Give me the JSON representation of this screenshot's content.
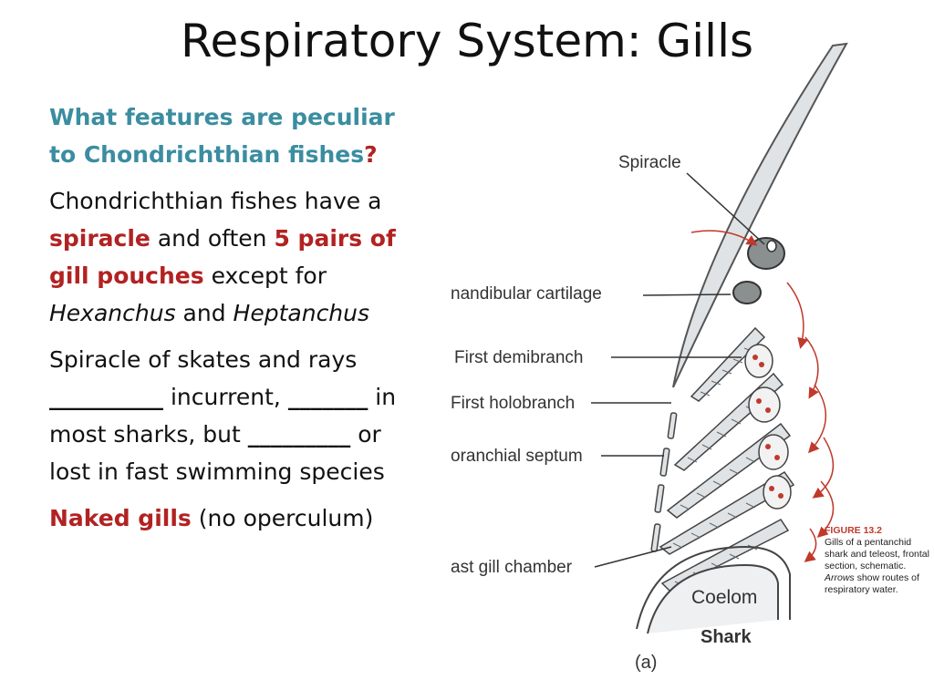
{
  "title": "Respiratory System: Gills",
  "left": {
    "question": "What features are peculiar to Chondrichthian fishes",
    "question_mark": "?",
    "p1": {
      "t1": "Chondrichthian fishes have a ",
      "spiracle": "spiracle",
      "t2": " and often ",
      "pairs": "5 pairs of gill pouches",
      "t3": " except for ",
      "genus1": "Hexanchus",
      "t4": " and ",
      "genus2": "Heptanchus"
    },
    "p2": {
      "t1": "Spiracle of skates and rays ",
      "blank1": "__________",
      "t2": " incurrent, ",
      "blank2": "_______",
      "t3": " in most sharks, but ",
      "blank3": "_________",
      "t4": " or lost in fast swimming species"
    },
    "p3": {
      "naked": "Naked gills",
      "rest": " (no operculum)"
    }
  },
  "figure": {
    "labels": {
      "spiracle": "Spiracle",
      "mandibular": "nandibular cartilage",
      "first_demibranch": "First demibranch",
      "first_holobranch": "First holobranch",
      "branchial_septum": "oranchial septum",
      "last_gill_chamber": "ast gill chamber",
      "coelom": "Coelom",
      "shark": "Shark",
      "panel": "(a)"
    },
    "caption": {
      "heading": "FIGURE 13.2",
      "t1": "Gills of a pentanchid shark and teleost, frontal section, schematic. ",
      "arrows": "Arrows",
      "t2": " show routes of respiratory water."
    },
    "colors": {
      "body_fill": "#dfe3e6",
      "arrow": "#c0392b",
      "outline": "#555555"
    }
  }
}
